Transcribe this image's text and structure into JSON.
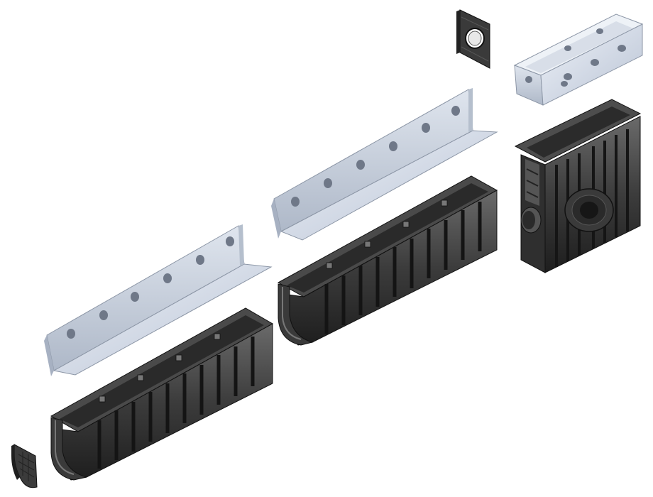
{
  "scene": {
    "background": "#ffffff",
    "colors": {
      "plastic_light": "#5c5c5c",
      "plastic_mid": "#3e3e3e",
      "plastic_dark": "#242424",
      "plastic_edge": "#111111",
      "steel_light": "#e4e9f2",
      "steel_mid": "#c7cfdc",
      "steel_dark": "#9aa5b6",
      "hole": "#6f7888"
    },
    "components": [
      {
        "id": "front-channel",
        "kind": "drainage-channel"
      },
      {
        "id": "middle-channel",
        "kind": "drainage-channel"
      },
      {
        "id": "front-edge-rail",
        "kind": "galvanized-angle-rail"
      },
      {
        "id": "middle-edge-rail",
        "kind": "galvanized-angle-rail"
      },
      {
        "id": "catch-basin",
        "kind": "sump-unit"
      },
      {
        "id": "sump-frame",
        "kind": "galvanized-box-frame"
      },
      {
        "id": "outlet-end-cap",
        "kind": "end-cap-with-outlet"
      },
      {
        "id": "closed-end-cap",
        "kind": "closed-end-cap"
      }
    ]
  }
}
